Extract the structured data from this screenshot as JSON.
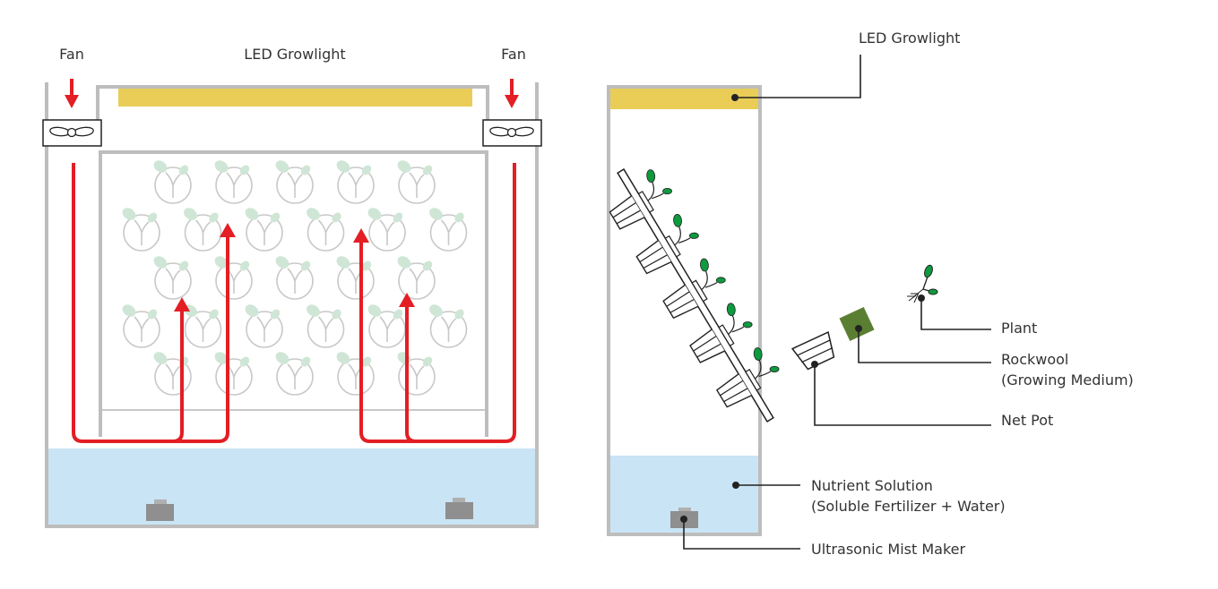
{
  "left_diagram": {
    "labels": {
      "fan_left": "Fan",
      "led_growlight": "LED Growlight",
      "fan_right": "Fan"
    },
    "plant_grid": {
      "rows": [
        5,
        6,
        5,
        6,
        5
      ]
    },
    "icons": {
      "fan": "fan-icon",
      "airflow_arrow": "arrow-up-icon",
      "intake_arrow": "arrow-down-icon",
      "plant": "seedling-icon",
      "mist_maker": "mist-maker-device"
    }
  },
  "right_diagram": {
    "labels": {
      "led_growlight": "LED Growlight",
      "plant": "Plant",
      "rockwool_line1": "Rockwool",
      "rockwool_line2": "(Growing Medium)",
      "net_pot": "Net Pot",
      "nutrient_line1": "Nutrient Solution",
      "nutrient_line2": "(Soluble Fertilizer + Water)",
      "mist_maker": "Ultrasonic Mist Maker"
    },
    "tower_pot_count": 5
  },
  "colors": {
    "frame": "#bdbdbd",
    "led": "#e9cd57",
    "water": "#c9e4f5",
    "airflow": "#e31e24",
    "plant_leaf_faded": "#cfe6d6",
    "plant_outline_faded": "#c8c8c8",
    "leaf_green": "#0e9a3e",
    "rockwool": "#5b7f32",
    "device": "#8f8f8f",
    "line": "#222222",
    "text": "#333333"
  }
}
